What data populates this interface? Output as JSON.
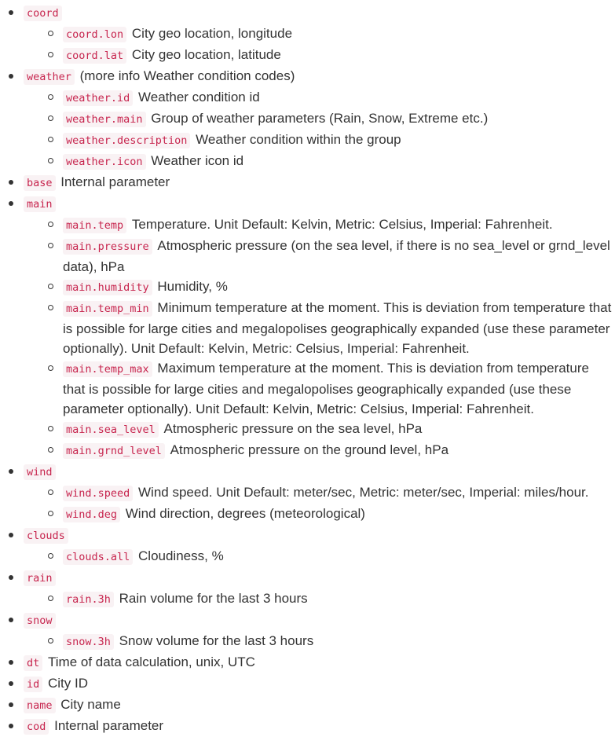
{
  "items": [
    {
      "key": "coord",
      "desc": "",
      "children": [
        {
          "key": "coord.lon",
          "desc": "City geo location, longitude"
        },
        {
          "key": "coord.lat",
          "desc": "City geo location, latitude"
        }
      ]
    },
    {
      "key": "weather",
      "desc": "(more info Weather condition codes)",
      "children": [
        {
          "key": "weather.id",
          "desc": "Weather condition id"
        },
        {
          "key": "weather.main",
          "desc": "Group of weather parameters (Rain, Snow, Extreme etc.)"
        },
        {
          "key": "weather.description",
          "desc": "Weather condition within the group"
        },
        {
          "key": "weather.icon",
          "desc": "Weather icon id"
        }
      ]
    },
    {
      "key": "base",
      "desc": "Internal parameter",
      "children": []
    },
    {
      "key": "main",
      "desc": "",
      "children": [
        {
          "key": "main.temp",
          "desc": "Temperature. Unit Default: Kelvin, Metric: Celsius, Imperial: Fahrenheit."
        },
        {
          "key": "main.pressure",
          "desc": "Atmospheric pressure (on the sea level, if there is no sea_level or grnd_level data), hPa"
        },
        {
          "key": "main.humidity",
          "desc": "Humidity, %"
        },
        {
          "key": "main.temp_min",
          "desc": "Minimum temperature at the moment. This is deviation from temperature that is possible for large cities and megalopolises geographically expanded (use these parameter optionally). Unit Default: Kelvin, Metric: Celsius, Imperial: Fahrenheit."
        },
        {
          "key": "main.temp_max",
          "desc": "Maximum temperature at the moment. This is deviation from temperature that is possible for large cities and megalopolises geographically expanded (use these parameter optionally). Unit Default: Kelvin, Metric: Celsius, Imperial: Fahrenheit."
        },
        {
          "key": "main.sea_level",
          "desc": "Atmospheric pressure on the sea level, hPa"
        },
        {
          "key": "main.grnd_level",
          "desc": "Atmospheric pressure on the ground level, hPa"
        }
      ]
    },
    {
      "key": "wind",
      "desc": "",
      "children": [
        {
          "key": "wind.speed",
          "desc": "Wind speed. Unit Default: meter/sec, Metric: meter/sec, Imperial: miles/hour."
        },
        {
          "key": "wind.deg",
          "desc": "Wind direction, degrees (meteorological)"
        }
      ]
    },
    {
      "key": "clouds",
      "desc": "",
      "children": [
        {
          "key": "clouds.all",
          "desc": "Cloudiness, %"
        }
      ]
    },
    {
      "key": "rain",
      "desc": "",
      "children": [
        {
          "key": "rain.3h",
          "desc": "Rain volume for the last 3 hours"
        }
      ]
    },
    {
      "key": "snow",
      "desc": "",
      "children": [
        {
          "key": "snow.3h",
          "desc": "Snow volume for the last 3 hours"
        }
      ]
    },
    {
      "key": "dt",
      "desc": "Time of data calculation, unix, UTC",
      "children": []
    },
    {
      "key": "id",
      "desc": "City ID",
      "children": []
    },
    {
      "key": "name",
      "desc": "City name",
      "children": []
    },
    {
      "key": "cod",
      "desc": "Internal parameter",
      "children": []
    }
  ]
}
